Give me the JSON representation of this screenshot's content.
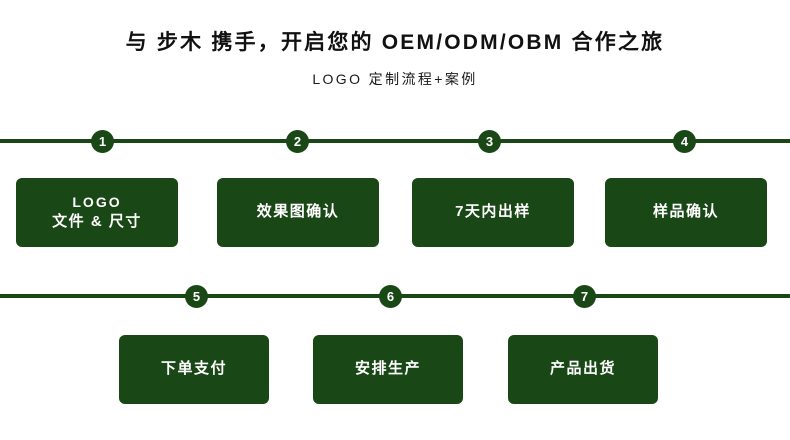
{
  "header": {
    "title": "与 步木 携手，开启您的 OEM/ODM/OBM 合作之旅",
    "subtitle": "LOGO 定制流程+案例"
  },
  "colors": {
    "brand_green": "#1a4716",
    "background": "#ffffff",
    "text_dark": "#111111",
    "text_on_green": "#ffffff"
  },
  "timeline": {
    "rows": [
      {
        "row_label": "row-1",
        "steps": [
          {
            "number": "1",
            "line1": "LOGO",
            "line2": "文件 & 尺寸"
          },
          {
            "number": "2",
            "line1": "效果图确认",
            "line2": ""
          },
          {
            "number": "3",
            "line1": "7天内出样",
            "line2": ""
          },
          {
            "number": "4",
            "line1": "样品确认",
            "line2": ""
          }
        ]
      },
      {
        "row_label": "row-2",
        "steps": [
          {
            "number": "5",
            "line1": "下单支付",
            "line2": ""
          },
          {
            "number": "6",
            "line1": "安排生产",
            "line2": ""
          },
          {
            "number": "7",
            "line1": "产品出货",
            "line2": ""
          }
        ]
      }
    ]
  }
}
